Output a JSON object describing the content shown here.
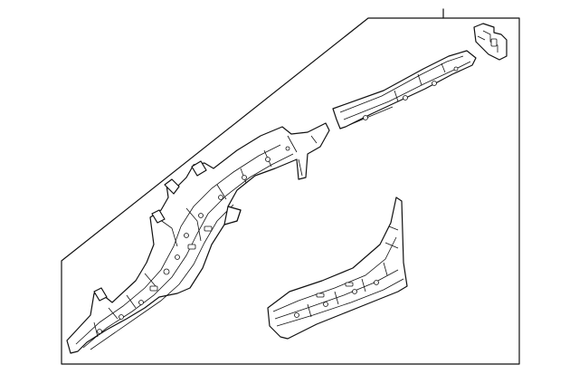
{
  "diagram": {
    "parts": [
      {
        "name": "front-rail-assembly"
      },
      {
        "name": "upper-rail-bracket"
      },
      {
        "name": "rocker-panel-reinforcement"
      },
      {
        "name": "small-clip"
      }
    ],
    "colors": {
      "line": "#111111",
      "background": "#ffffff"
    }
  }
}
